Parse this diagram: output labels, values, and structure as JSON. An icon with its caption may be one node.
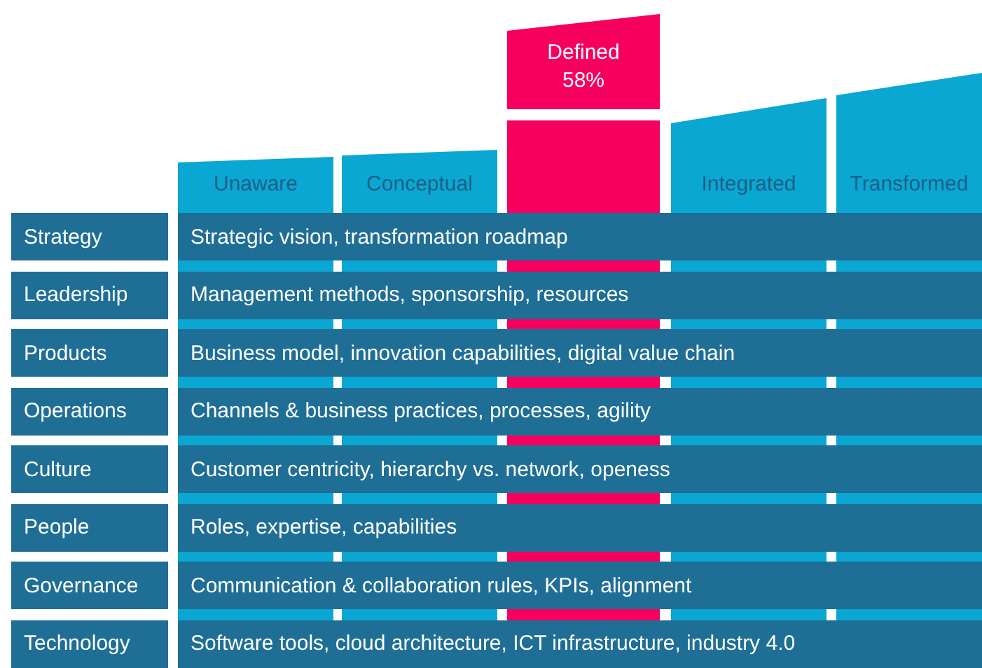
{
  "diagram": {
    "nodes": [
      {
        "text": [
          "Unaware"
        ]
      },
      {
        "text": [
          "Conceptual"
        ]
      },
      {
        "text": [
          "Defined",
          "58%"
        ]
      },
      {
        "text": [],
        "shape": "bar"
      },
      {
        "text": [
          "Integrated"
        ]
      },
      {
        "text": [
          "Transformed"
        ]
      },
      {
        "text": [
          "Strategy"
        ]
      },
      {
        "text": [
          "Strategic vision, transformation roadmap"
        ]
      },
      {
        "text": [
          "Leadership"
        ]
      },
      {
        "text": [
          "Management methods, sponsorship, resources"
        ]
      },
      {
        "text": [
          "Products"
        ]
      },
      {
        "text": [
          "Business model, innovation capabilities, digital value chain"
        ]
      },
      {
        "text": [
          "Operations"
        ]
      },
      {
        "text": [
          "Channels & business practices, processes, agility"
        ]
      },
      {
        "text": [
          "Culture"
        ]
      },
      {
        "text": [
          "Customer centricity, hierarchy vs. network, openess"
        ]
      },
      {
        "text": [
          "People"
        ]
      },
      {
        "text": [
          "Roles, expertise, capabilities"
        ]
      },
      {
        "text": [
          "Governance"
        ]
      },
      {
        "text": [
          "Communication & collaboration rules, KPIs, alignment"
        ]
      },
      {
        "text": [
          "Technology"
        ]
      },
      {
        "text": [
          "Software tools, cloud architecture, ICT infrastructure, industry 4.0"
        ]
      }
    ],
    "edges": []
  }
}
